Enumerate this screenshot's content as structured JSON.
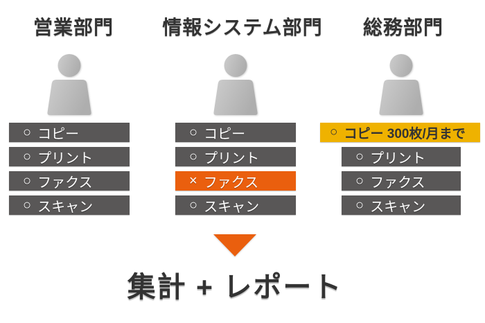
{
  "colors": {
    "page_bg": "#ffffff",
    "bar_gray": "#595757",
    "row_orange": "#ea5f0e",
    "row_yellow": "#efb200",
    "text_dark": "#333333",
    "text_light": "#ffffff",
    "person_light": "#cdcdcd",
    "person_dark": "#aeaeae"
  },
  "columns": [
    {
      "title": "営業部門",
      "items": [
        {
          "mark": "○",
          "label": "コピー"
        },
        {
          "mark": "○",
          "label": "プリント"
        },
        {
          "mark": "○",
          "label": "ファクス"
        },
        {
          "mark": "○",
          "label": "スキャン"
        }
      ]
    },
    {
      "title": "情報システム部門",
      "items": [
        {
          "mark": "○",
          "label": "コピー"
        },
        {
          "mark": "○",
          "label": "プリント"
        },
        {
          "mark": "×",
          "label": "ファクス"
        },
        {
          "mark": "○",
          "label": "スキャン"
        }
      ]
    },
    {
      "title": "総務部門",
      "items": [
        {
          "mark": "○",
          "label": "コピー 300枚/月まで"
        },
        {
          "mark": "○",
          "label": "プリント"
        },
        {
          "mark": "○",
          "label": "ファクス"
        },
        {
          "mark": "○",
          "label": "スキャン"
        }
      ]
    }
  ],
  "footer": {
    "label": "集計 + レポート"
  }
}
